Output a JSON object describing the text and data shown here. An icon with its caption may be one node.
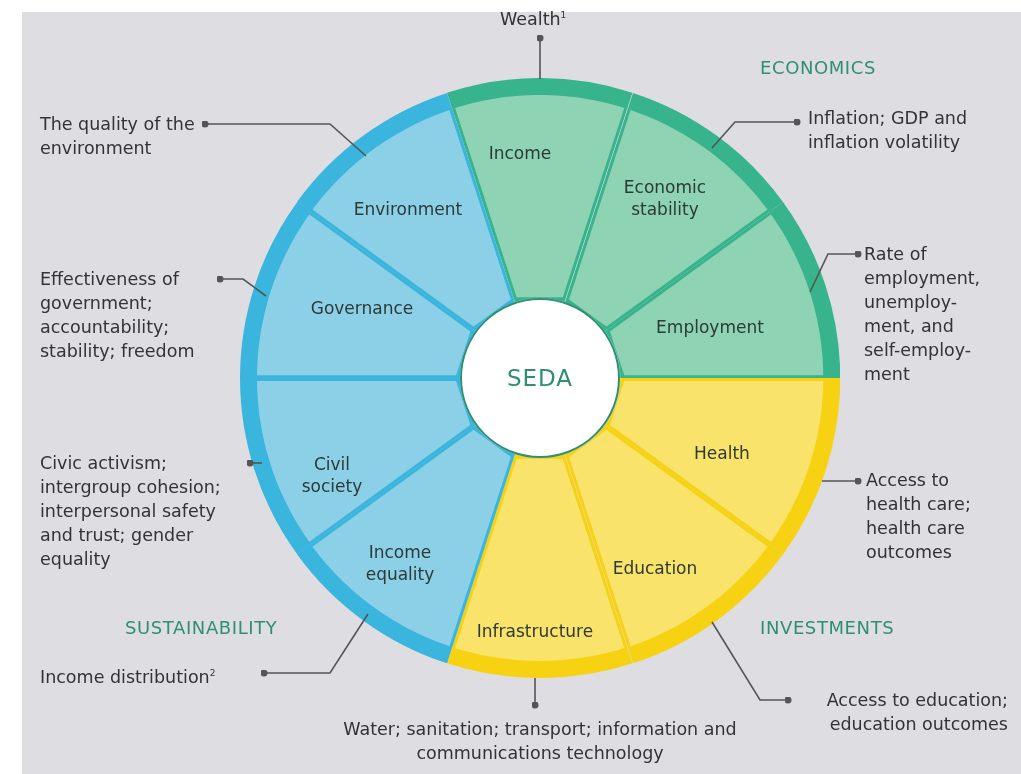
{
  "diagram": {
    "nodes": [
      {
        "text": [
          "Income"
        ]
      },
      {
        "text": [
          "Economic stability"
        ]
      },
      {
        "text": [
          "Employment"
        ]
      },
      {
        "text": [
          "Health"
        ]
      },
      {
        "text": [
          "Education"
        ]
      },
      {
        "text": [
          "Infrastructure"
        ]
      },
      {
        "text": [
          "Income equality"
        ]
      },
      {
        "text": [
          "Civil society"
        ]
      },
      {
        "text": [
          "Governance"
        ]
      },
      {
        "text": [
          "Environment"
        ]
      },
      {
        "text": [
          "SEDA"
        ]
      },
      {
        "text": [
          "Wealth$^{1}$"
        ]
      },
      {
        "text": [
          "Inflation; GDP and inflation volatility"
        ]
      },
      {
        "text": [
          "Rate of employment, unemploy- ment, and self-employ- ment"
        ]
      },
      {
        "text": [
          "Access to health care; health care outcomes"
        ]
      },
      {
        "text": [
          "Access to education; education outcomes"
        ]
      },
      {
        "text": [
          "Water; sanitation; transport; information and communications technology"
        ]
      },
      {
        "text": [
          "Income distribution$^{2}$"
        ]
      },
      {
        "text": [
          "Civic activism; intergroup cohesion; interpersonal safety and trust; gender equality"
        ]
      },
      {
        "text": [
          "Effectiveness of government; accountability; stability; freedom"
        ]
      },
      {
        "text": [
          "The quality of the environment"
        ]
      }
    ],
    "edges": [
      {
        "from": 11,
        "to": 0,
        "arrow": "other"
      },
      {
        "from": 12,
        "to": 1,
        "arrow": "other"
      },
      {
        "from": 13,
        "to": 2,
        "arrow": "other"
      },
      {
        "from": 14,
        "to": 3,
        "arrow": "other"
      },
      {
        "from": 15,
        "to": 4,
        "arrow": "other"
      },
      {
        "from": 16,
        "to": 5,
        "arrow": "other"
      },
      {
        "from": 17,
        "to": 6,
        "arrow": "other"
      },
      {
        "from": 18,
        "to": 7,
        "arrow": "other"
      },
      {
        "from": 19,
        "to": 8,
        "arrow": "other"
      },
      {
        "from": 20,
        "to": 9,
        "arrow": "other"
      }
    ],
    "labels": [
      "ECONOMICS",
      "INVESTMENTS",
      "SUSTAINABILITY"
    ]
  }
}
